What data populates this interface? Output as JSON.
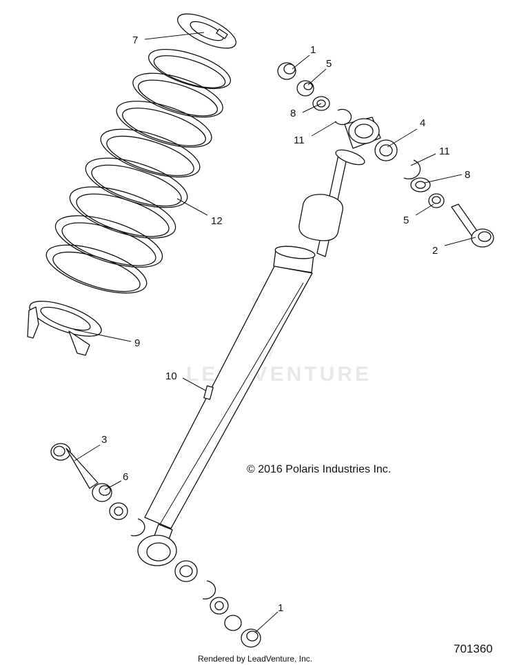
{
  "diagram": {
    "callouts": {
      "c7": "7",
      "c1_top": "1",
      "c5_top": "5",
      "c8_top": "8",
      "c11_top": "11",
      "c4": "4",
      "c11_right": "11",
      "c8_right": "8",
      "c5_right": "5",
      "c2": "2",
      "c12": "12",
      "c9": "9",
      "c10": "10",
      "c3": "3",
      "c6": "6",
      "c1_bottom": "1"
    },
    "copyright": "© 2016 Polaris Industries Inc.",
    "footer": "Rendered by LeadVenture, Inc.",
    "diagram_id": "701360",
    "watermark": "LEADVENTURE"
  }
}
